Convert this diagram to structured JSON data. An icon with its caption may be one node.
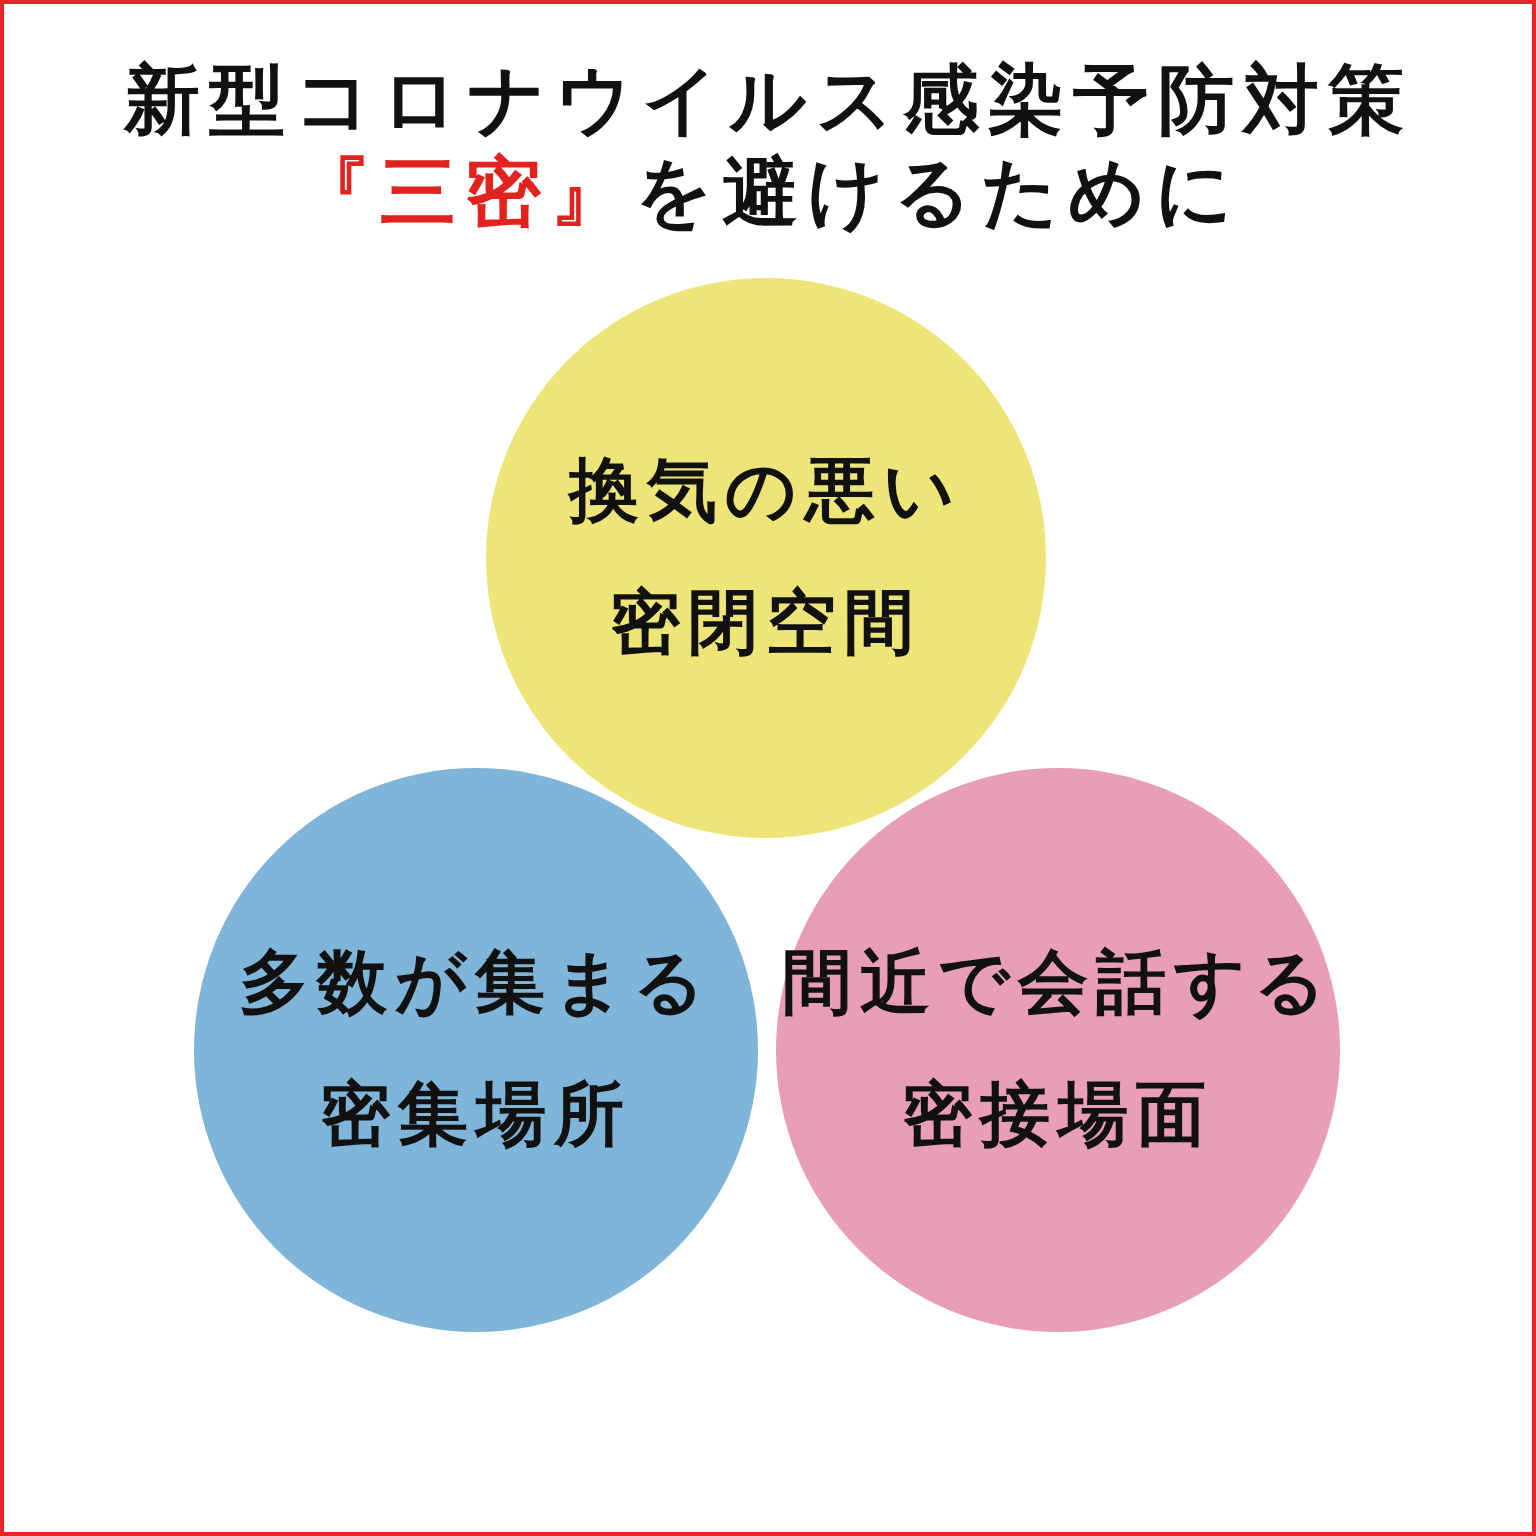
{
  "diagram": {
    "title": "新型コロナウイルス感染予防対策**『三密』**を避けるために",
    "nodes": [
      {
        "text": [
          "換気の悪い密閉空間"
        ]
      },
      {
        "text": [
          "多数が集まる密集場所"
        ]
      },
      {
        "text": [
          "間近で会話する密接場面"
        ]
      }
    ]
  }
}
